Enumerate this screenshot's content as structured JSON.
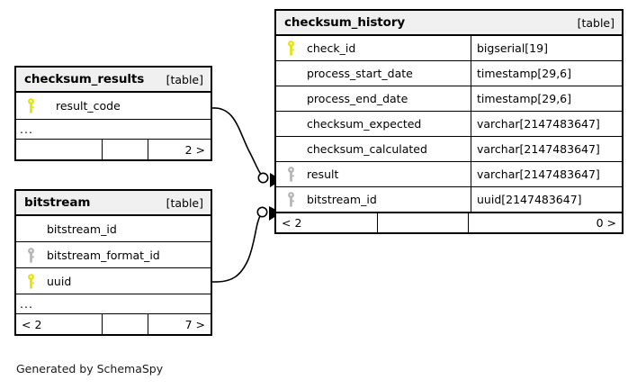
{
  "diagram": {
    "caption": "Generated by SchemaSpy",
    "kind_label": "[table]",
    "ellipsis": "...",
    "colors": {
      "primary_key": "#e3e300",
      "foreign_key": "#b3b3b3",
      "header_bg": "#f0f0f0",
      "border": "#000000",
      "background": "#ffffff"
    }
  },
  "tables": {
    "checksum_history": {
      "name": "checksum_history",
      "kind": "[table]",
      "columns": [
        {
          "key": "primary",
          "name": "check_id",
          "type": "bigserial[19]"
        },
        {
          "key": "none",
          "name": "process_start_date",
          "type": "timestamp[29,6]"
        },
        {
          "key": "none",
          "name": "process_end_date",
          "type": "timestamp[29,6]"
        },
        {
          "key": "none",
          "name": "checksum_expected",
          "type": "varchar[2147483647]"
        },
        {
          "key": "none",
          "name": "checksum_calculated",
          "type": "varchar[2147483647]"
        },
        {
          "key": "foreign",
          "name": "result",
          "type": "varchar[2147483647]"
        },
        {
          "key": "foreign",
          "name": "bitstream_id",
          "type": "uuid[2147483647]"
        }
      ],
      "footer": {
        "left": "< 2",
        "middle": "",
        "right": "0 >"
      }
    },
    "checksum_results": {
      "name": "checksum_results",
      "kind": "[table]",
      "columns": [
        {
          "key": "primary",
          "name": "result_code",
          "type": ""
        }
      ],
      "has_ellipsis": true,
      "footer": {
        "left": "",
        "middle": "",
        "right": "2 >"
      }
    },
    "bitstream": {
      "name": "bitstream",
      "kind": "[table]",
      "columns": [
        {
          "key": "none",
          "name": "bitstream_id",
          "type": ""
        },
        {
          "key": "foreign",
          "name": "bitstream_format_id",
          "type": ""
        },
        {
          "key": "primary",
          "name": "uuid",
          "type": ""
        }
      ],
      "has_ellipsis": true,
      "footer": {
        "left": "< 2",
        "middle": "",
        "right": "7 >"
      }
    }
  },
  "relationships": [
    {
      "from": "checksum_results.result_code",
      "to": "checksum_history.result",
      "cardinality": "zero-or-more"
    },
    {
      "from": "bitstream.uuid",
      "to": "checksum_history.bitstream_id",
      "cardinality": "zero-or-more"
    }
  ]
}
